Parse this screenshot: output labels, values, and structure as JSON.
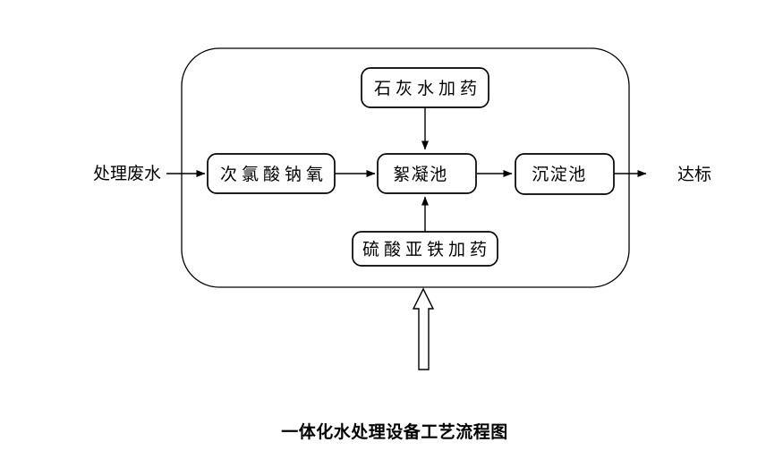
{
  "diagram": {
    "title": "一体化水处理设备工艺流程图",
    "influent_label": "处理废水",
    "effluent_label": "达标",
    "nodes": {
      "lime": {
        "label": "石灰水加药"
      },
      "naclo": {
        "label": "次氯酸钠氧"
      },
      "floc": {
        "label": "絮凝池"
      },
      "sed": {
        "label": "沉淀池"
      },
      "ferrous": {
        "label": "硫酸亚铁加药"
      }
    },
    "colors": {
      "line": "#000000",
      "background": "#ffffff"
    }
  }
}
